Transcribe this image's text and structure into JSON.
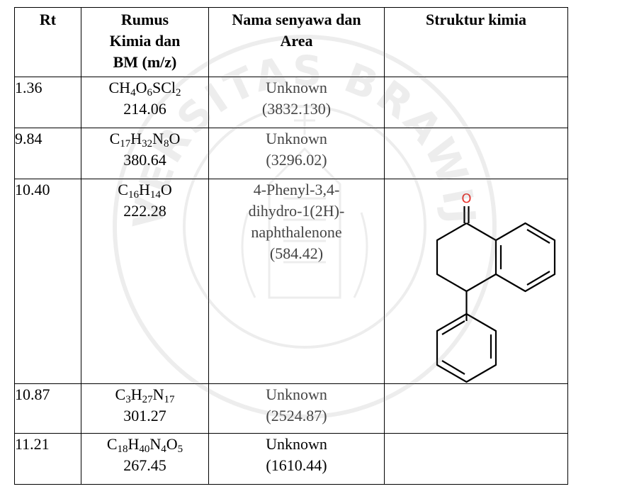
{
  "table": {
    "headers": {
      "rt": "Rt",
      "formula": [
        "Rumus",
        "Kimia dan",
        "BM (m/z)"
      ],
      "name": [
        "Nama senyawa dan",
        "Area"
      ],
      "structure": "Struktur kimia"
    },
    "rows": [
      {
        "rt": "1.36",
        "formula": [
          [
            "C",
            "H",
            "4",
            "O",
            "6",
            "SCl",
            "2"
          ]
        ],
        "formula_text": "CH4O6SCl2",
        "mass": "214.06",
        "name": [
          "Unknown"
        ],
        "area": "(3832.130)"
      },
      {
        "rt": "9.84",
        "formula_text": "C17H32N8O",
        "mass": "380.64",
        "name": [
          "Unknown"
        ],
        "area": "(3296.02)"
      },
      {
        "rt": "10.40",
        "formula_text": "C16H14O",
        "mass": "222.28",
        "name": [
          "4-Phenyl-3,4-",
          "dihydro-1(2H)-",
          "naphthalenone"
        ],
        "area": "(584.42)"
      },
      {
        "rt": "10.87",
        "formula_text": "C3H27N17",
        "mass": "301.27",
        "name": [
          "Unknown"
        ],
        "area": "(2524.87)"
      },
      {
        "rt": "11.21",
        "formula_text": "C18H40N4O5",
        "mass": "267.45",
        "name": [
          "Unknown"
        ],
        "area": "(1610.44)"
      }
    ],
    "structure_atom_label": "O"
  },
  "colors": {
    "oxygen_label": "#e8312a",
    "watermark": "#7a7a7a",
    "grid": "#000000"
  },
  "watermark_text": "UNIVERSITAS BRAWIJAYA"
}
